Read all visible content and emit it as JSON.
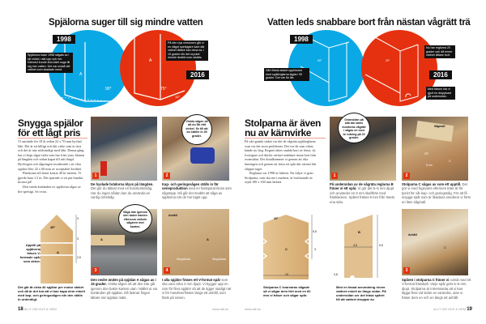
{
  "left_page": {
    "infographic": {
      "title": "Spjälorna suger till sig mindre vatten",
      "year_old": "1998",
      "year_new": "2016",
      "note_old": "Spjälorna hade 1998 sågats av i rät vinkel, rakt upp och ner. Därmed kunde änd-träet suga till sig mer vatten. Det var också det vattnet som skadade mest.",
      "note_new": "På den nya versionen går vi en något spetsigare kant där vattnet lättare kan rinna av; i 15 grader blir det mycket mindre ändträ som utsätts.",
      "angle_old": "90°",
      "angle_new": "75°",
      "angle_small": "15°",
      "label_a": "A"
    },
    "article": {
      "heading": "Snygga spjälor för ett lågt pris",
      "body": "Vi använde för 18 år sedan 22 x 70 mm hyvlad läkt. Det är ett billigt och lätt virke som är dyrt och det är inte nödvändigt med läkt. Denna gång har vi köpt sågat virke som har fräst ytan, klantat på längden och sedan kapat till rätt längd. Hyvlingen och sågningen resulterade i att våra spjälor blev 22 x 60 mm av acceptabel kvalitet.",
      "body2": "Plankorna till huset kostar 40 kr metern. Vi gjorde bara 1,5 m. Det sparade vi ett par hundra kronor på!",
      "body3": "Den sneda kortänden av spjälorna sågas av lite spetsigt. Se ovan."
    },
    "diagram": {
      "side_caption": "Upptill på spjälorna fräses V-formade spår som dekor.",
      "bottom_caption": "Det går åt cirka 40 spjälor per motor staket och då är det bra att vi kan kapa dem enkelt med kap- och geringssågen när den ställs in ordentligt.",
      "angle": "45°",
      "label": "A",
      "dims": [
        "3",
        "3",
        "2,5"
      ]
    },
    "steps": [
      {
        "num": "1",
        "title": "De hyvlade brädorna klyvs på längden.",
        "text": "Det gör du lättast med en bordscirkelsåg. Har du ingen sådan kan du använda en vanlig cirkelsåg."
      },
      {
        "num": "2",
        "title": "Kap- och geringssågen ställs in för serieproduktion",
        "text": "med en fastspänd kloss som sågstopp. Då går det snabbt att såga av spjälorna när de har lagts upp.",
        "bubble": "Vinkla sågen så att du får rätt vinkel. Se till att du ställer in 45 grader."
      },
      {
        "num": "3",
        "title": "Den nedre änden på spjälan A sågas av i 15 grader.",
        "text": "Vinkla sågen så att den inte går igenom den bakre kanten utan i stället ut via kortänden på spjälan. Då fastnar fingen lättare när spjälan mäts.",
        "bubble": "Såga inte igenom den bakre kanten eftersom vinkeln sågaren mot kanten.",
        "label": "A"
      },
      {
        "num": "4",
        "title": "I alla spjälor fräses ett V-format spår",
        "text": "som ska vara cirka 4 mm djupt. Vi bygger upp en ram för flera spjälor så att de ligger stadigt när vi för handöverfräsen längs ett anhåll, som fästs på ramen.",
        "label_top": "Anhåll",
        "label_left": "Stoppkloss",
        "label_right": "Stoppkloss",
        "label": "A"
      }
    ],
    "footer": {
      "page": "18",
      "text": "ALLT OM HUS & HEM",
      "url": "www.allt.se"
    }
  },
  "right_page": {
    "infographic": {
      "title": "Vatten leds snabbare bort från nästan vågrätt trä",
      "year_old": "1998",
      "year_new": "2016",
      "note_old": "Vårt första staket upphördes med spjälreglarna lagda i 90 grader. Det var för lite.",
      "note_new": "Nu har reglarna 20 grader och då rinner vattnet lättare bort.",
      "note_drip": "Med fräsen har vi gjort en droppkant på undersidan.",
      "angle_old": "90°",
      "angle_new": "20°"
    },
    "article": {
      "heading": "Stolparna är även nu av kärnvirke",
      "body": "På vårt gamla staket var det de vågräta spjälreglarna som var det stora problemet. Det var de som oftast kände ny färg. Regnet rättes snabbt bort av fönst, så, frostigare och därför vattnet snabbare rinna bort från ovansidan. Det åstadkommer vi genom att öka lutningen och genom att fräsa ett spår där vattnet lätt släpper taget.",
      "body2": "Reglarna var 1998 av lärkträ. Nu väljer vi gran. Stolparna, som ska ner i marken, är fortfarande av sejdt 100 x 100 mm lärkträ."
    },
    "diagram_c": {
      "caption": "Stolparna C kvarvaras sågade så vi sågar dem fört med en 60 mm vi fräser och sågar spår.",
      "angle": "20°",
      "label": "C",
      "dims": [
        "5,5",
        "3",
        "10"
      ]
    },
    "diagram_b": {
      "caption": "Med en fasad avrundning rinner vattnet enkelt av längs sidan. På undersidan ser det fräsa spåret till att vattnet droppar av.",
      "label": "B",
      "dims": [
        "4,5",
        "9,5",
        "0,8"
      ]
    },
    "steps": [
      {
        "num": "1",
        "title": "På undersidan av de vågräta reglarna B fräser vi ett spår.",
        "text": "Vi gör det 5–6 mm djupt och använder en 6 mm skaftfräs med fräsklacken. Spåret fräses 8 mm från träets ena sida.",
        "bubble": "Ovansidan på alla tak sams monteras vågrätt i sågas en med en lutning på 20 grader."
      },
      {
        "num": "2",
        "title": "Stolparna C sågas av som ett upptill.",
        "text": "Det gör vi med fogsvans eftersom träet är för tjockt för vår kap- och geringssåg. För att få snygga spår som är likadana snederar vi först en liten sågmall.",
        "label": "Sågmall",
        "angle": "20°",
        "dim": "5 cm",
        "label_c": "C"
      },
      {
        "num": "3",
        "title": "Spåren i stolparna C fräser vi",
        "text": "också med ett V-format frässkaft. Varje spår görs 5–6 mm djupt. Stolparna är intrerssanta att vi kan lägga flera vid sidan av varandra, utan vi fräser dem en och en längs ett anhåll.",
        "label": "Anhåll",
        "label_c": "C"
      }
    ],
    "footer": {
      "page": "19",
      "text": "ALLT OM HUS & HEM",
      "url": "www.allt.se"
    }
  },
  "colors": {
    "blue": "#0aa9e6",
    "red": "#e5310f",
    "ink": "#111111"
  }
}
